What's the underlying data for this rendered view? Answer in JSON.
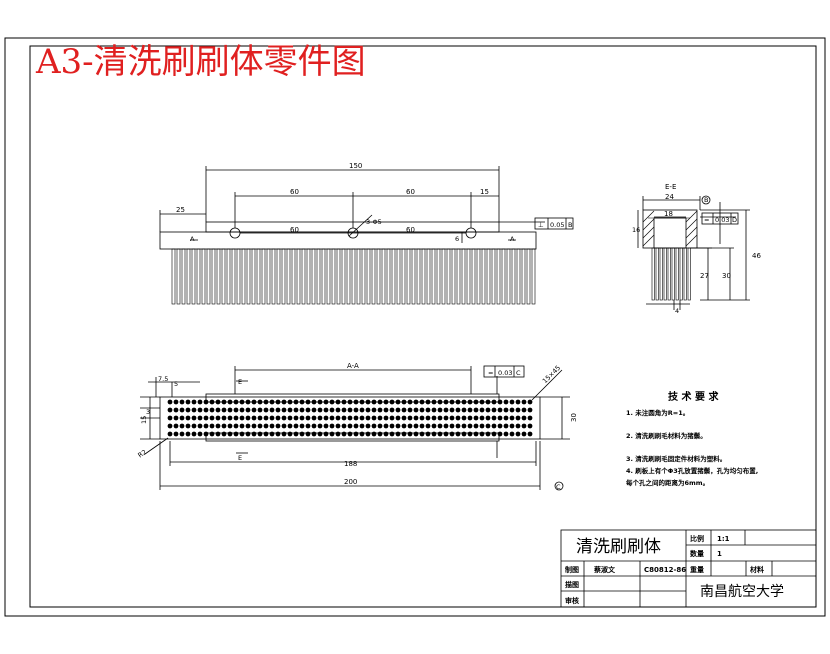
{
  "sheet_title": "A3-清洗刷刷体零件图",
  "front_view": {
    "dims": {
      "overall_holes": "150",
      "span_left": "60",
      "span_right": "60",
      "end_offset": "15",
      "left_margin": "25",
      "lower_left": "60",
      "lower_right": "60",
      "hole_spec": "3-Φ5",
      "small_height": "6"
    },
    "section_marks": {
      "left": "A",
      "right": "A"
    },
    "tolerance": {
      "symbol": "⊥",
      "value": "0.05",
      "datum": "B"
    }
  },
  "section_view": {
    "label": "E-E",
    "datum_circle": "B",
    "dims": {
      "top_width": "24",
      "inner_width": "18",
      "height_16": "16",
      "h27": "27",
      "h30": "30",
      "h46": "46",
      "gap_4": "4"
    },
    "tolerance": {
      "symbol": "=",
      "value": "0.03",
      "datum": "D"
    }
  },
  "top_view": {
    "section_label": "A-A",
    "marks": {
      "top": "E",
      "bottom": "E"
    },
    "dims": {
      "d75": "7.5",
      "d5": "5",
      "d15": "15",
      "d3": "3",
      "d30": "30",
      "d188": "188",
      "d200": "200",
      "chamfer": "15×45",
      "corner": "R2"
    },
    "tolerance": {
      "symbol": "=",
      "value": "0.03",
      "datum": "C"
    },
    "datum_circle": "C"
  },
  "tech_requirements": {
    "title": "技 术 要 求",
    "items": [
      "1. 未注圆角为R=1。",
      "2. 清洗刷刷毛材料为猪鬃。",
      "3. 清洗刷刷毛固定件材料为塑料。",
      "4. 刷板上有个Φ3孔放置猪鬃，孔为均匀布置,",
      "   每个孔之间的距离为6mm。"
    ]
  },
  "title_block": {
    "part_name": "清洗刷刷体",
    "scale_label": "比例",
    "scale_value": "1:1",
    "qty_label": "数量",
    "qty_value": "1",
    "drawn_label": "制图",
    "drawn_by": "蔡淑文",
    "drawing_no": "C80812-86",
    "weight_label": "重量",
    "material_label": "材料",
    "check_label": "描图",
    "review_label": "审核",
    "school": "南昌航空大学"
  },
  "colors": {
    "title_red": "#e02020",
    "line": "#000000"
  }
}
